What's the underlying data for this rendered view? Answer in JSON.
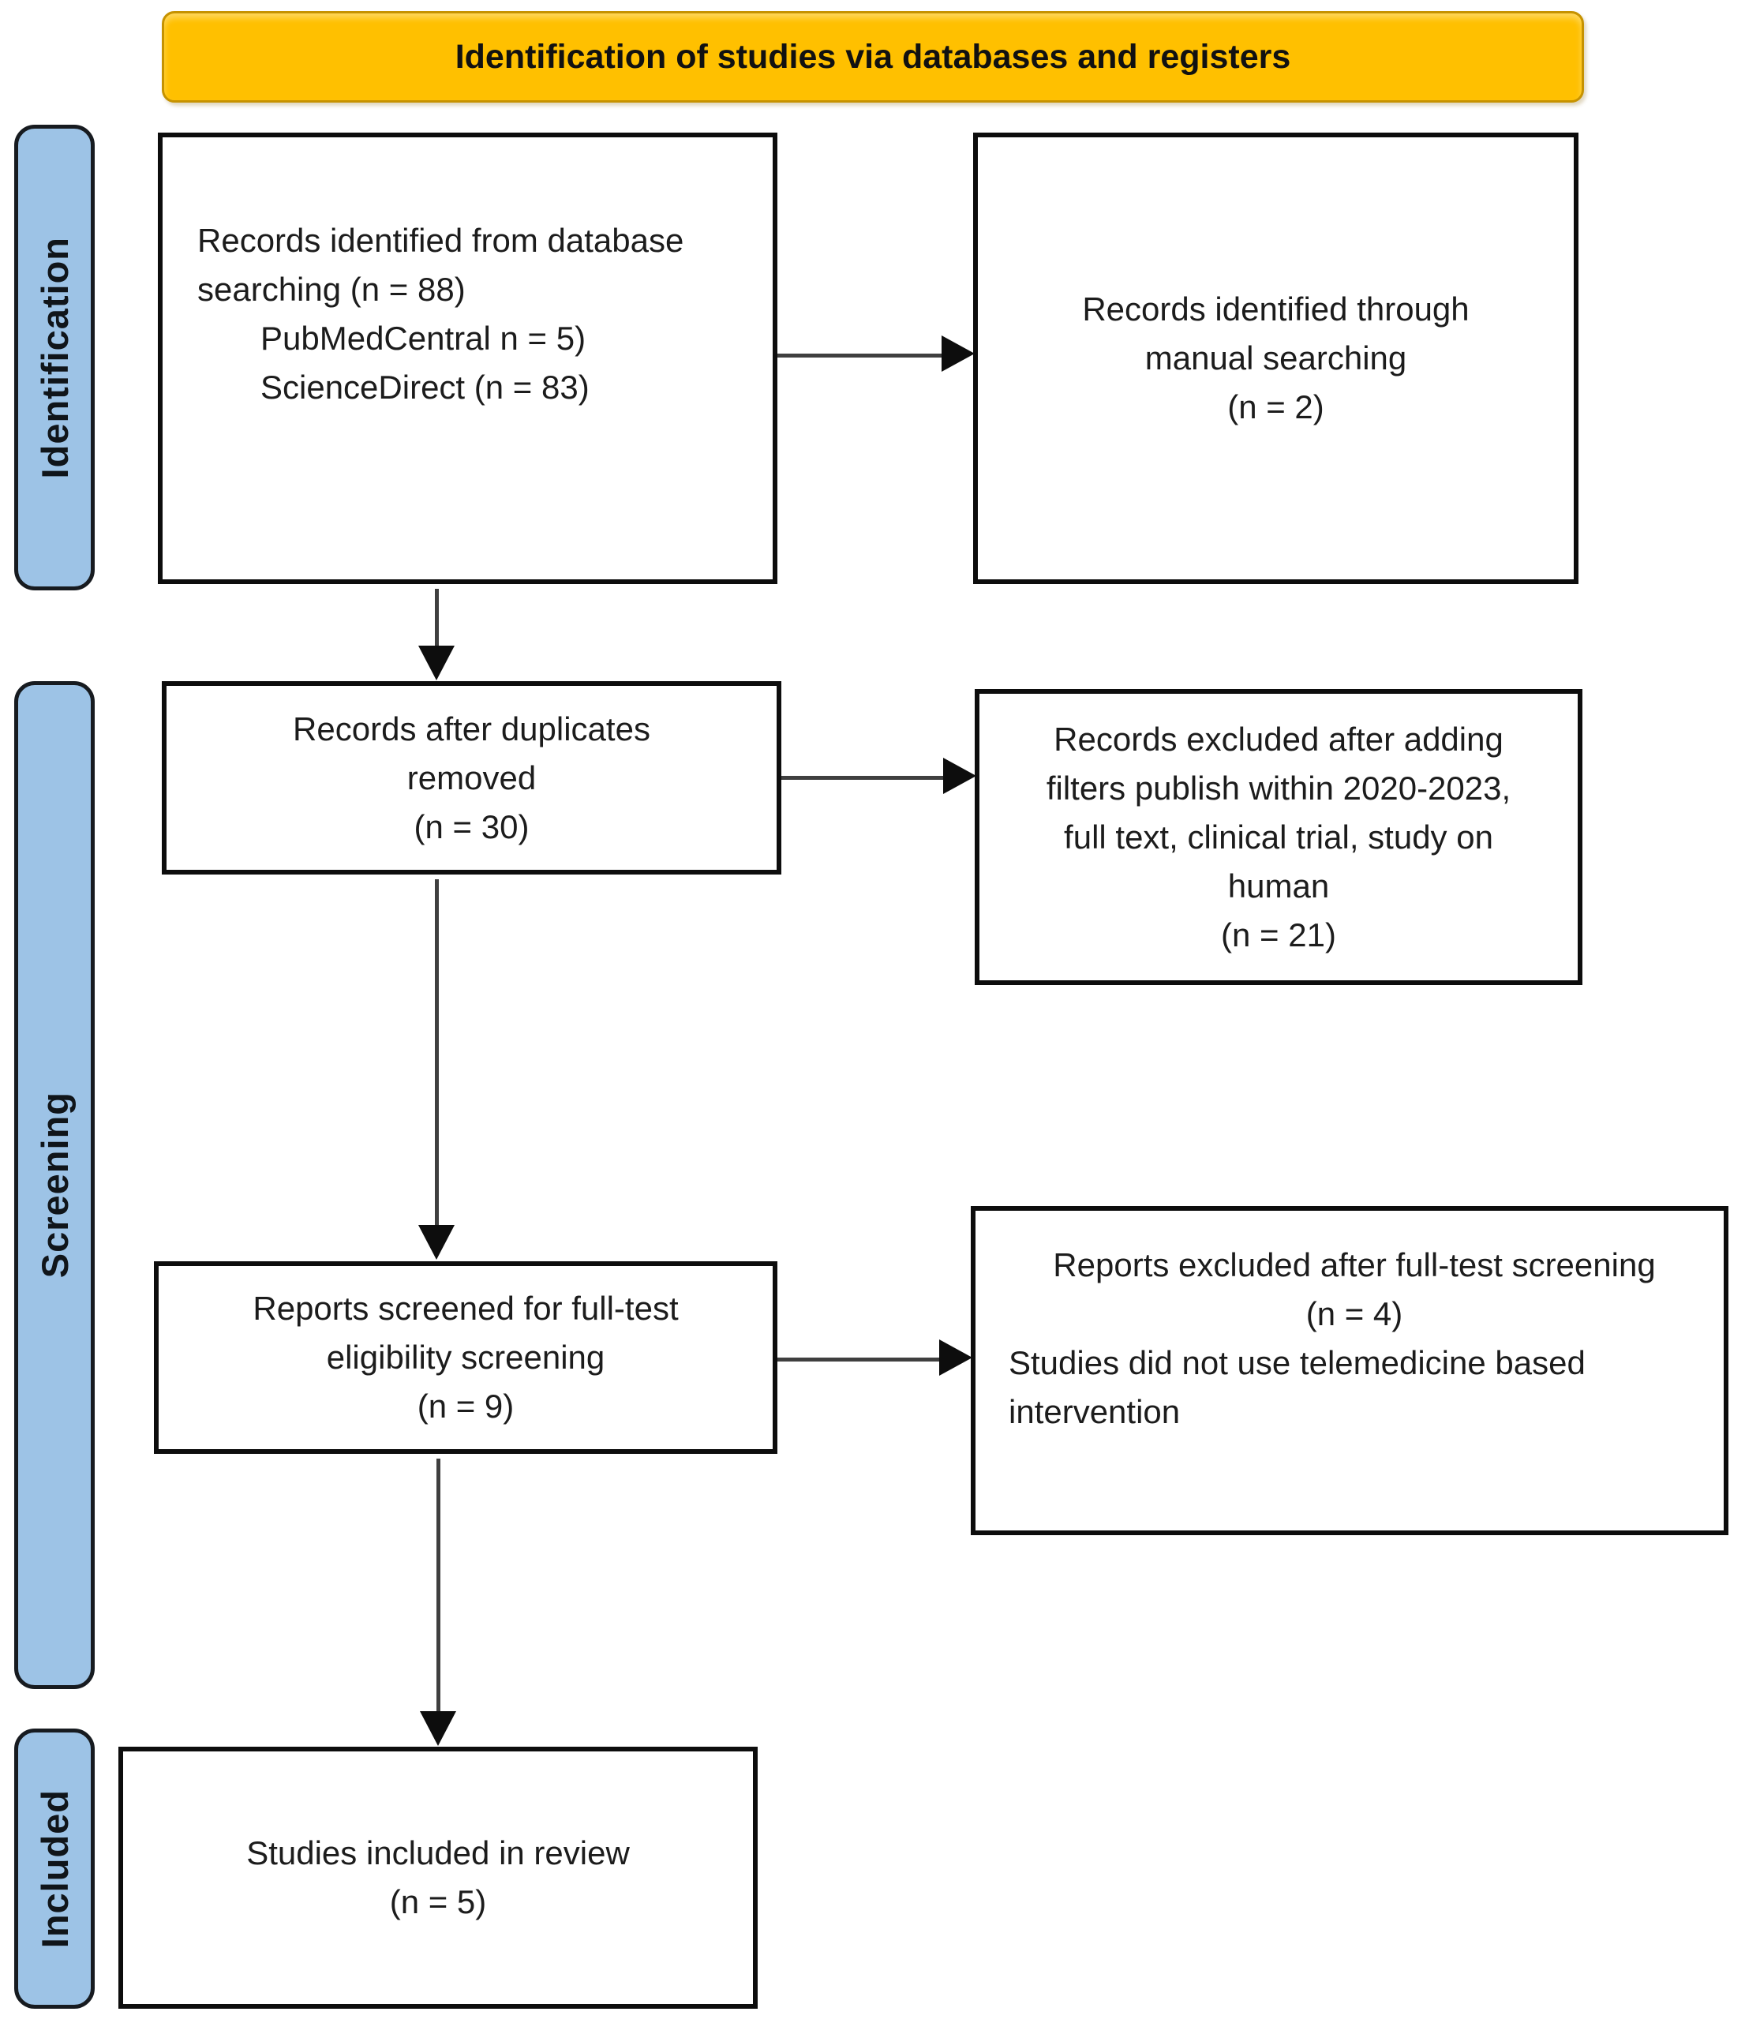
{
  "banner": {
    "label": "Identification of studies via databases and registers"
  },
  "stages": [
    {
      "label": "Identification"
    },
    {
      "label": "Screening"
    },
    {
      "label": "Included"
    }
  ],
  "boxes": {
    "db_search": {
      "lines": [
        "Records identified from database",
        "searching (n = 88)",
        "PubMedCentral n = 5)",
        "ScienceDirect (n = 83)"
      ],
      "n_total": 88,
      "n_pubmedcentral": 5,
      "n_sciencedirect": 83
    },
    "manual_search": {
      "lines": [
        "Records identified through",
        "manual searching",
        "(n = 2)"
      ],
      "n": 2
    },
    "duplicates_removed": {
      "lines": [
        "Records after duplicates",
        "removed",
        "(n = 30)"
      ],
      "n": 30
    },
    "filters_excluded": {
      "lines": [
        "Records excluded after adding",
        "filters publish within 2020-2023,",
        "full text, clinical trial, study on",
        "human",
        "(n = 21)"
      ],
      "n": 21
    },
    "fulltext_screened": {
      "lines": [
        "Reports screened for full-test",
        "eligibility screening",
        "(n = 9)"
      ],
      "n": 9
    },
    "fulltext_excluded": {
      "lines_centered": [
        "Reports excluded after full-test screening",
        "(n = 4)"
      ],
      "lines_left": [
        "Studies did not use telemedicine based",
        "intervention"
      ],
      "n": 4
    },
    "included_review": {
      "lines": [
        "Studies included in review",
        "(n = 5)"
      ],
      "n": 5
    }
  },
  "colors": {
    "banner_bg": "#FFC000",
    "banner_border": "#C69200",
    "stage_bg": "#9DC3E6",
    "stage_border": "#171B20",
    "box_border": "#0D0D0D",
    "arrow_line": "#3F3F3F",
    "arrow_head": "#0D0D0D",
    "text": "#1C1C1C"
  }
}
